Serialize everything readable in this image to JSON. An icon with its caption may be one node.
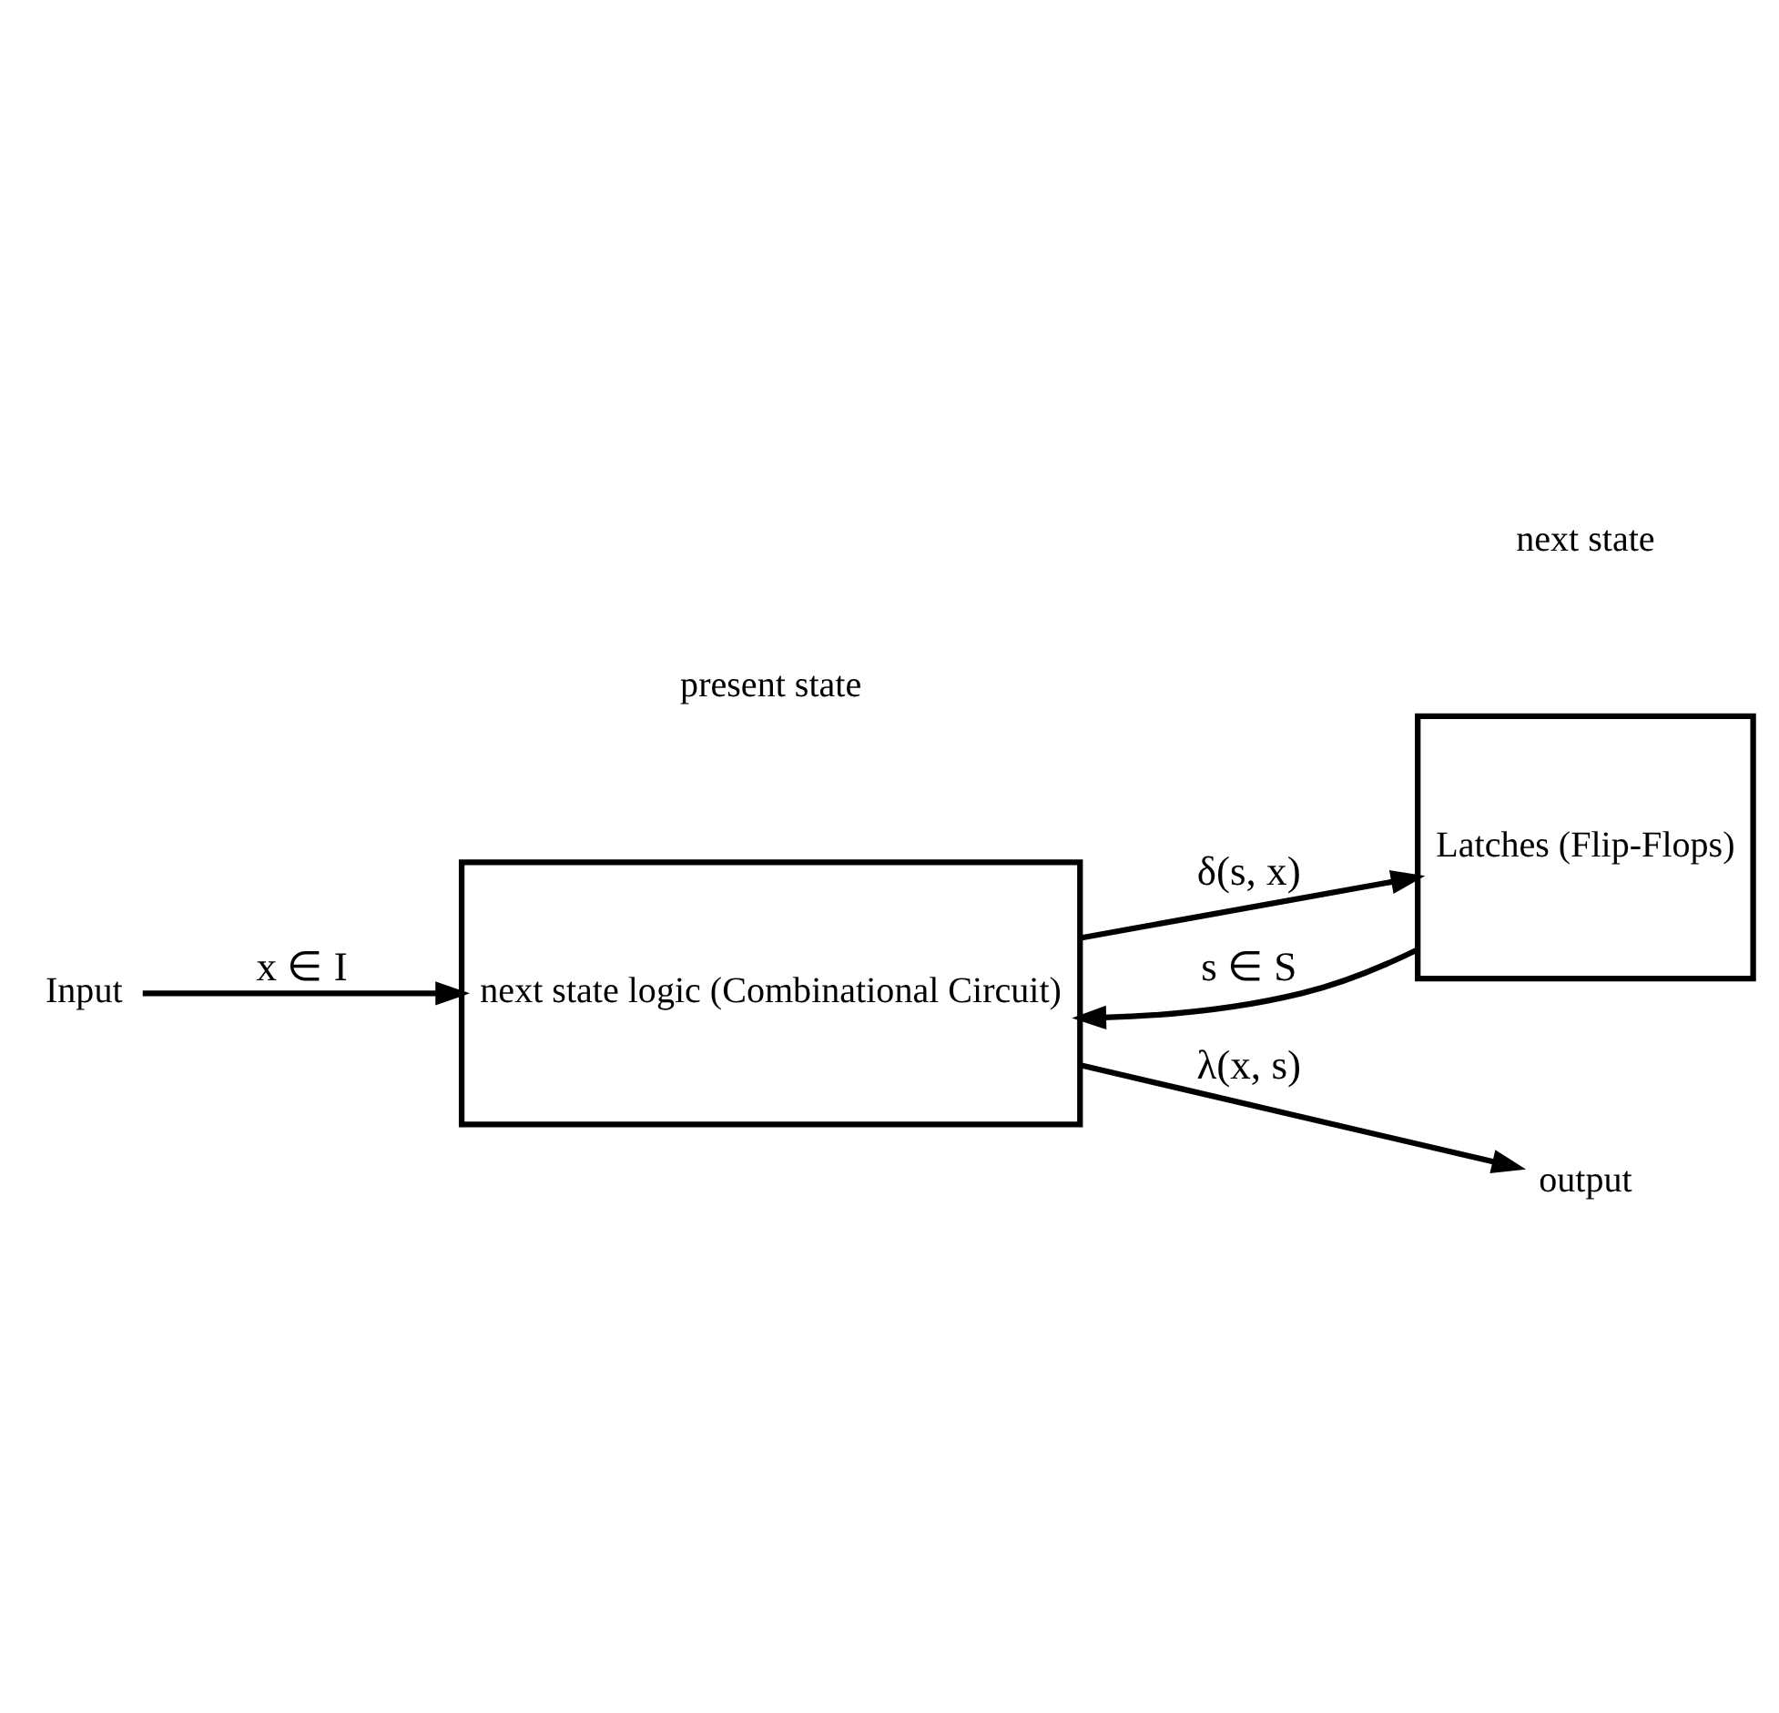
{
  "diagram": {
    "nodes": [
      {
        "text": [
          "next state logic (Combinational Circuit)"
        ]
      },
      {
        "text": [
          "Latches (Flip-Flops)"
        ]
      },
      {
        "text": [
          "Input"
        ]
      },
      {
        "text": [
          "output"
        ]
      }
    ],
    "edges": [
      {
        "from": 2,
        "to": 0,
        "arrow": "to",
        "label": "x ∈ I"
      },
      {
        "from": 0,
        "to": 3,
        "arrow": "to",
        "label": "λ(x, s)"
      },
      {
        "from": 0,
        "to": 1,
        "arrow": "to",
        "label": "δ(s, x)"
      },
      {
        "from": 1,
        "to": 0,
        "arrow": "to",
        "label": "s ∈ S"
      }
    ],
    "labels": [
      "next state",
      "present state"
    ]
  }
}
